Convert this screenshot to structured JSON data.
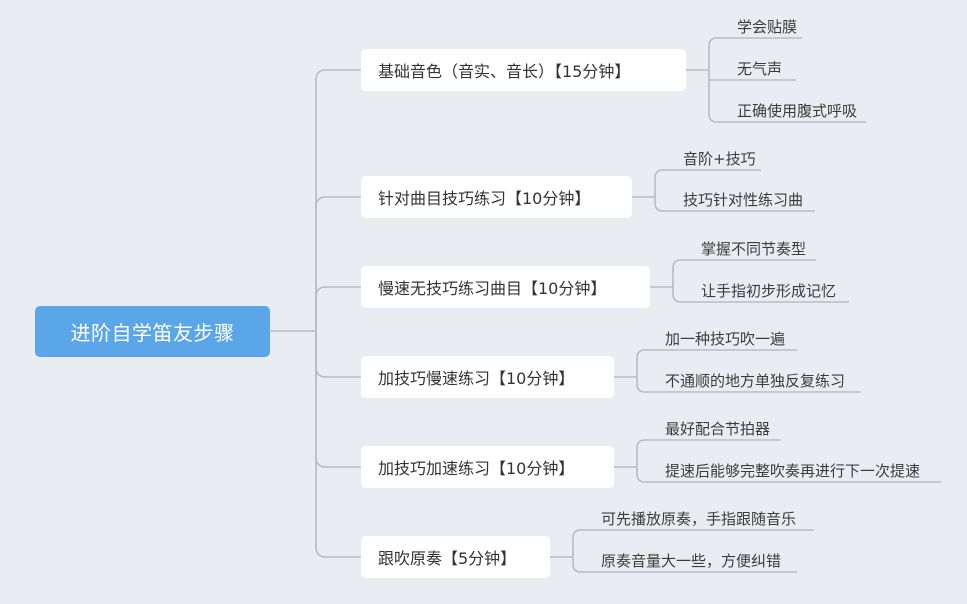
{
  "root": {
    "label": "进阶自学笛友步骤"
  },
  "branches": [
    {
      "label": "基础音色（音实、音长）【15分钟】",
      "children": [
        "学会贴膜",
        "无气声",
        "正确使用腹式呼吸"
      ]
    },
    {
      "label": "针对曲目技巧练习【10分钟】",
      "children": [
        "音阶+技巧",
        "技巧针对性练习曲"
      ]
    },
    {
      "label": "慢速无技巧练习曲目【10分钟】",
      "children": [
        "掌握不同节奏型",
        "让手指初步形成记忆"
      ]
    },
    {
      "label": "加技巧慢速练习【10分钟】",
      "children": [
        "加一种技巧吹一遍",
        "不通顺的地方单独反复练习"
      ]
    },
    {
      "label": "加技巧加速练习【10分钟】",
      "children": [
        "最好配合节拍器",
        "提速后能够完整吹奏再进行下一次提速"
      ]
    },
    {
      "label": "跟吹原奏【5分钟】",
      "children": [
        "可先播放原奏，手指跟随音乐",
        "原奏音量大一些，方便纠错"
      ]
    }
  ],
  "colors": {
    "root": "#5aa6e8",
    "background": "#e9ecf1",
    "line": "#b9bcc1"
  }
}
